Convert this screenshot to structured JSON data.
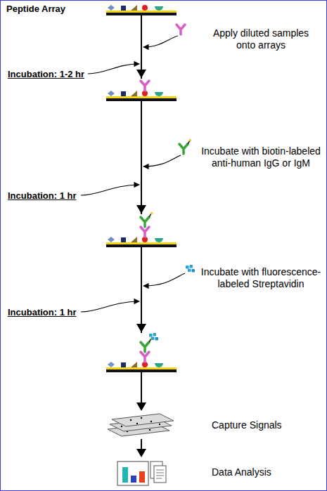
{
  "diagram": {
    "nodes": [
      {
        "text": [
          "Peptide Array"
        ]
      },
      {
        "text": [
          "Capture Signals"
        ]
      },
      {
        "text": [
          "Data Analysis"
        ]
      }
    ],
    "edges": [
      {
        "from": 0,
        "to": 1,
        "arrow": "to"
      },
      {
        "from": 1,
        "to": 2,
        "arrow": "to"
      }
    ],
    "labels": [
      "Apply diluted samples onto arrays",
      "Incubation: 1-2 hr",
      "Incubate with biotin-labeled anti-human IgG or IgM",
      "Incubation: 1 hr",
      "Incubate with fluorescence-labeled Streptavidin",
      "Incubation: 1 hr"
    ]
  }
}
